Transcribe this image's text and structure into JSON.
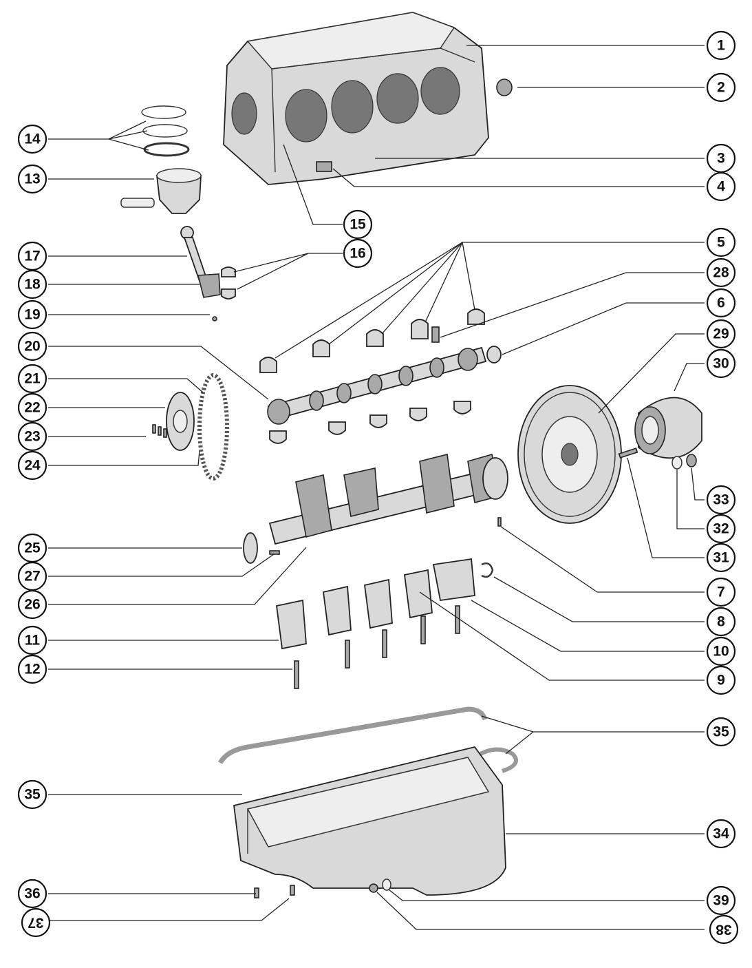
{
  "diagram": {
    "callouts": [
      {
        "id": "c1",
        "label": "1"
      },
      {
        "id": "c2",
        "label": "2"
      },
      {
        "id": "c3",
        "label": "3"
      },
      {
        "id": "c4",
        "label": "4"
      },
      {
        "id": "c14",
        "label": "14"
      },
      {
        "id": "c13",
        "label": "13"
      },
      {
        "id": "c15",
        "label": "15"
      },
      {
        "id": "c16",
        "label": "16"
      },
      {
        "id": "c17",
        "label": "17"
      },
      {
        "id": "c18",
        "label": "18"
      },
      {
        "id": "c19",
        "label": "19"
      },
      {
        "id": "c5",
        "label": "5"
      },
      {
        "id": "c28",
        "label": "28"
      },
      {
        "id": "c6",
        "label": "6"
      },
      {
        "id": "c20",
        "label": "20"
      },
      {
        "id": "c29",
        "label": "29"
      },
      {
        "id": "c30",
        "label": "30"
      },
      {
        "id": "c21",
        "label": "21"
      },
      {
        "id": "c22",
        "label": "22"
      },
      {
        "id": "c23",
        "label": "23"
      },
      {
        "id": "c24",
        "label": "24"
      },
      {
        "id": "c33a",
        "label": "33"
      },
      {
        "id": "c32",
        "label": "32"
      },
      {
        "id": "c31",
        "label": "31"
      },
      {
        "id": "c25",
        "label": "25"
      },
      {
        "id": "c27",
        "label": "27"
      },
      {
        "id": "c26",
        "label": "26"
      },
      {
        "id": "c7",
        "label": "7"
      },
      {
        "id": "c8",
        "label": "8"
      },
      {
        "id": "c10",
        "label": "10"
      },
      {
        "id": "c11",
        "label": "11"
      },
      {
        "id": "c12",
        "label": "12"
      },
      {
        "id": "c9",
        "label": "9"
      },
      {
        "id": "c35a",
        "label": "35"
      },
      {
        "id": "c35b",
        "label": "35"
      },
      {
        "id": "c34",
        "label": "34"
      },
      {
        "id": "c36",
        "label": "36"
      },
      {
        "id": "c39",
        "label": "39"
      },
      {
        "id": "c37",
        "label": "37"
      },
      {
        "id": "c38",
        "label": "38"
      }
    ]
  }
}
